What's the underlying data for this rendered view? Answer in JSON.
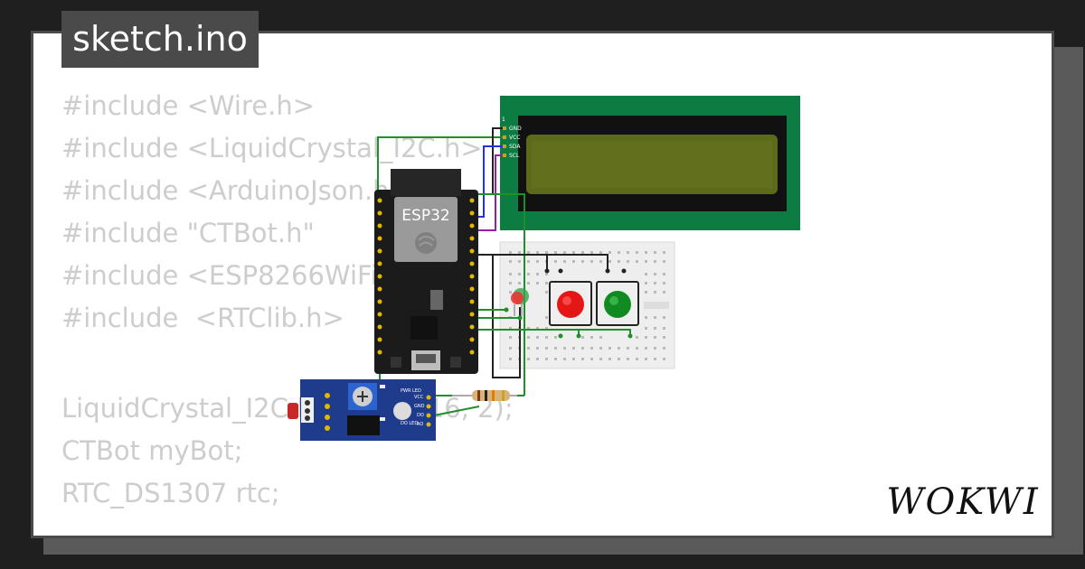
{
  "file_tab": {
    "label": "sketch.ino"
  },
  "code_lines": [
    "#include <Wire.h>",
    "#include <LiquidCrystal_I2C.h>",
    "#include <ArduinoJson.h>",
    "#include \"CTBot.h\"",
    "#include <ESP8266WiFi.h>",
    "#include  <RTClib.h>",
    "",
    "LiquidCrystal_I2C lcd(0x27, 16, 2);",
    "CTBot myBot;",
    "RTC_DS1307 rtc;"
  ],
  "esp32": {
    "label": "ESP32"
  },
  "lcd": {
    "pin_labels": [
      "GND",
      "VCC",
      "SDA",
      "SCL"
    ],
    "pin_index": "1"
  },
  "ldr_module": {
    "pin_labels": [
      "VCC",
      "GND",
      "DO",
      "AO"
    ],
    "led_labels": [
      "PWR LED",
      "DO LED"
    ]
  },
  "brand": {
    "logo_text": "WOKWI"
  },
  "colors": {
    "background": "#1f1f1f",
    "card": "#ffffff",
    "code_text": "#cdcdcd",
    "lcd_board": "#0c7c43",
    "lcd_screen": "#5c6a1c",
    "button_red": "#e51616",
    "button_green": "#108a21",
    "module_blue": "#1f3b8c"
  }
}
